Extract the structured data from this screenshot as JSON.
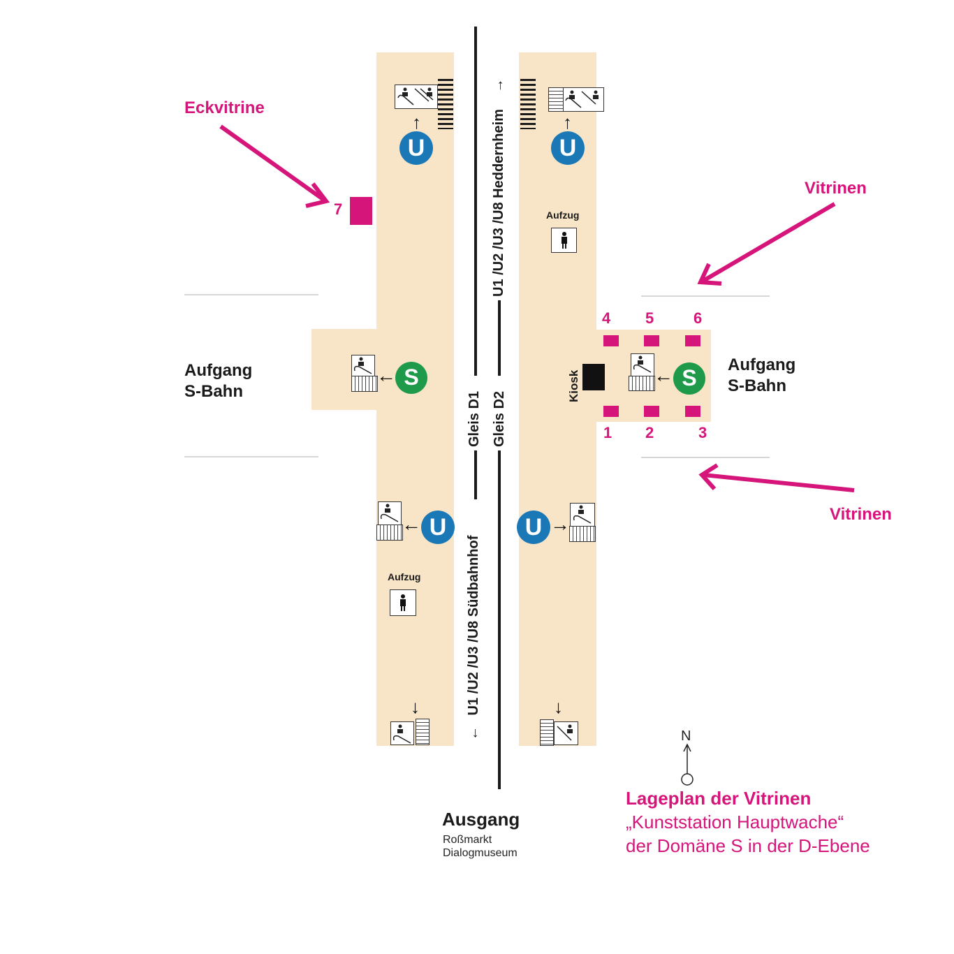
{
  "colors": {
    "accent": "#d5157a",
    "platform": "#f8e4c6",
    "ubahn": "#1b78b7",
    "sbahn": "#1f9a4b",
    "track": "#1a1a1a"
  },
  "annotations": {
    "eckvitrine": "Eckvitrine",
    "vitrinen_top": "Vitrinen",
    "vitrinen_bottom": "Vitrinen"
  },
  "vitrines": {
    "v1": "1",
    "v2": "2",
    "v3": "3",
    "v4": "4",
    "v5": "5",
    "v6": "6",
    "v7": "7"
  },
  "tracks": {
    "north_label": "U1 /U2 /U3 /U8  Heddernheim",
    "south_label": "U1 /U2 /U3 /U8  Südbahnhof",
    "gleis_d1": "Gleis D1",
    "gleis_d2": "Gleis D2",
    "north_arrow": "→",
    "south_arrow": "←"
  },
  "exits": {
    "left_sbahn_line1": "Aufgang",
    "left_sbahn_line2": "S-Bahn",
    "right_sbahn_line1": "Aufgang",
    "right_sbahn_line2": "S-Bahn",
    "ausgang": "Ausgang",
    "ausgang_sub1": "Roßmarkt",
    "ausgang_sub2": "Dialogmuseum"
  },
  "facilities": {
    "kiosk": "Kiosk",
    "aufzug_top": "Aufzug",
    "aufzug_bottom": "Aufzug",
    "u_symbol": "U",
    "s_symbol": "S"
  },
  "compass": {
    "north": "N"
  },
  "legend": {
    "title": "Lageplan der Vitrinen",
    "line2": "„Kunststation Hauptwache“",
    "line3": "der Domäne S in der D-Ebene"
  }
}
